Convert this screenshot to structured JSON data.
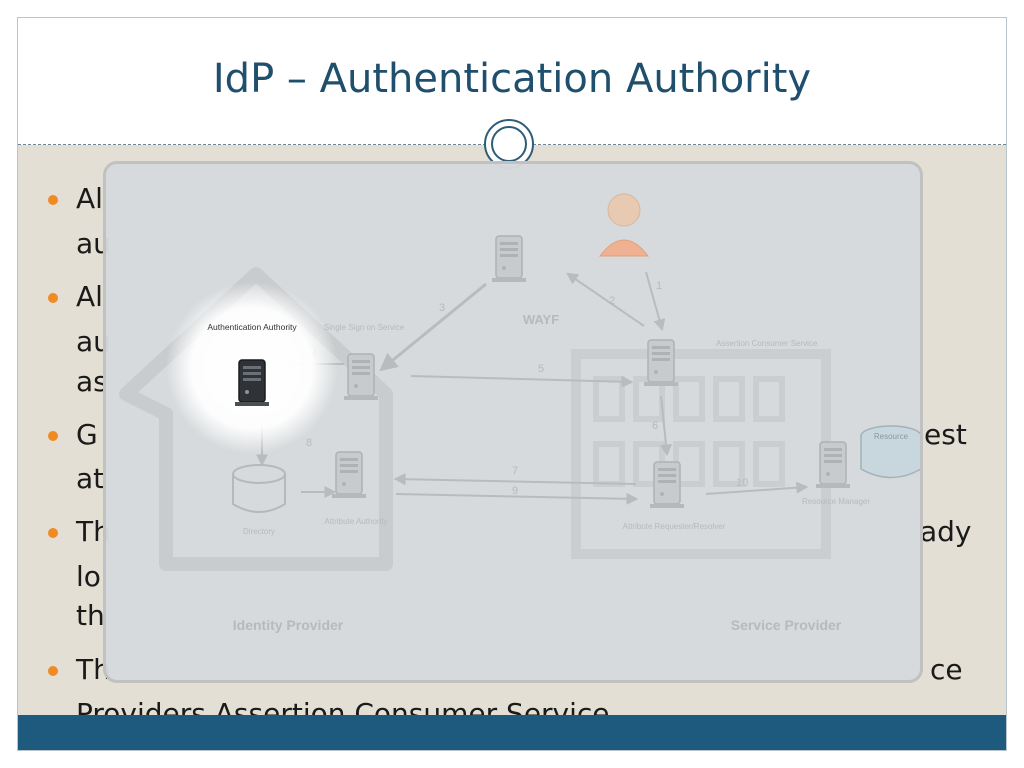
{
  "slide": {
    "title": "IdP – Authentication Authority"
  },
  "bullets": [
    {
      "line1": "Al",
      "line2": "au"
    },
    {
      "line1": "Al",
      "line2": "au",
      "line3": "as"
    },
    {
      "line1": "G",
      "line1_right": "est",
      "line2": "at"
    },
    {
      "line1": "Th",
      "line1_right": "ady",
      "line2": "lo",
      "line3": "th"
    },
    {
      "line1": "Th",
      "line1_right": "ce",
      "line2": "Providers Assertion Consumer Service."
    }
  ],
  "diagram": {
    "nodes": {
      "authentication_authority": "Authentication Authority",
      "single_sign_on": "Single Sign on Service",
      "wayf": "WAYF",
      "assertion_consumer": "Assertion Consumer Service",
      "directory": "Directory",
      "attribute_authority": "Attribute Authority",
      "attribute_requester": "Attribute Requester/Resolver",
      "resource_manager": "Resource Manager",
      "resource": "Resource"
    },
    "edge_labels": [
      "1",
      "2",
      "3",
      "4",
      "5",
      "6",
      "7",
      "8",
      "9",
      "10"
    ],
    "sections": {
      "identity_provider": "Identity Provider",
      "service_provider": "Service Provider"
    }
  },
  "colors": {
    "title": "#1f4f6d",
    "bullet": "#f08a22",
    "footer": "#1e5a7d",
    "body_bg": "#e3dfd4"
  }
}
